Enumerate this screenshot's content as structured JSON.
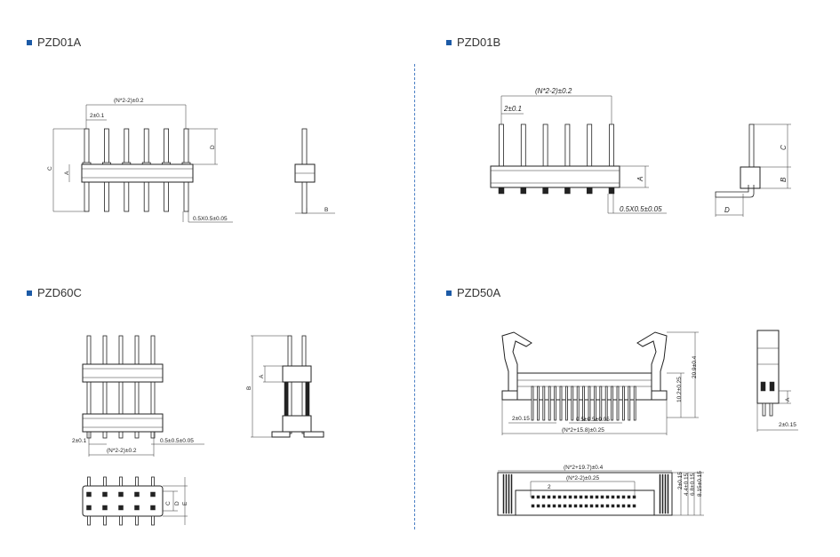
{
  "sections": {
    "pzd01a": {
      "title": "PZD01A"
    },
    "pzd01b": {
      "title": "PZD01B"
    },
    "pzd60c": {
      "title": "PZD60C"
    },
    "pzd50a": {
      "title": "PZD50A"
    }
  },
  "labels": {
    "a_pitch_span": "(N*2-2)±0.2",
    "a_pitch": "2±0.1",
    "a_pin_size": "0.5X0.5±0.05",
    "b_pitch_span": "(N*2-2)±0.2",
    "b_pitch": "2±0.1",
    "b_pin_size": "0.5X0.5±0.05",
    "c_pitch": "2±0.1",
    "c_pitch_span": "(N*2-2)±0.2",
    "c_pin_size": "0.5±0.5±0.05",
    "d_height": "20.9±0.4",
    "d_body": "10.2±0.25",
    "d_pitch": "2±0.15",
    "d_pin_size": "0.5±0.5±0.05",
    "d_span": "(N*2+15.8)±0.25",
    "d_side_pitch": "2±0.15",
    "d_top_span": "(N*2+19.7)±0.4",
    "d_top_pitch_span": "(N*2-2)±0.25",
    "d_top_two": "2",
    "d_r1": "2±0.15",
    "d_r2": "4.4±0.15",
    "d_r3": "6.8±0.15",
    "d_r4": "8.15±0.15",
    "A": "A",
    "B": "B",
    "C": "C",
    "D": "D",
    "E": "E"
  }
}
